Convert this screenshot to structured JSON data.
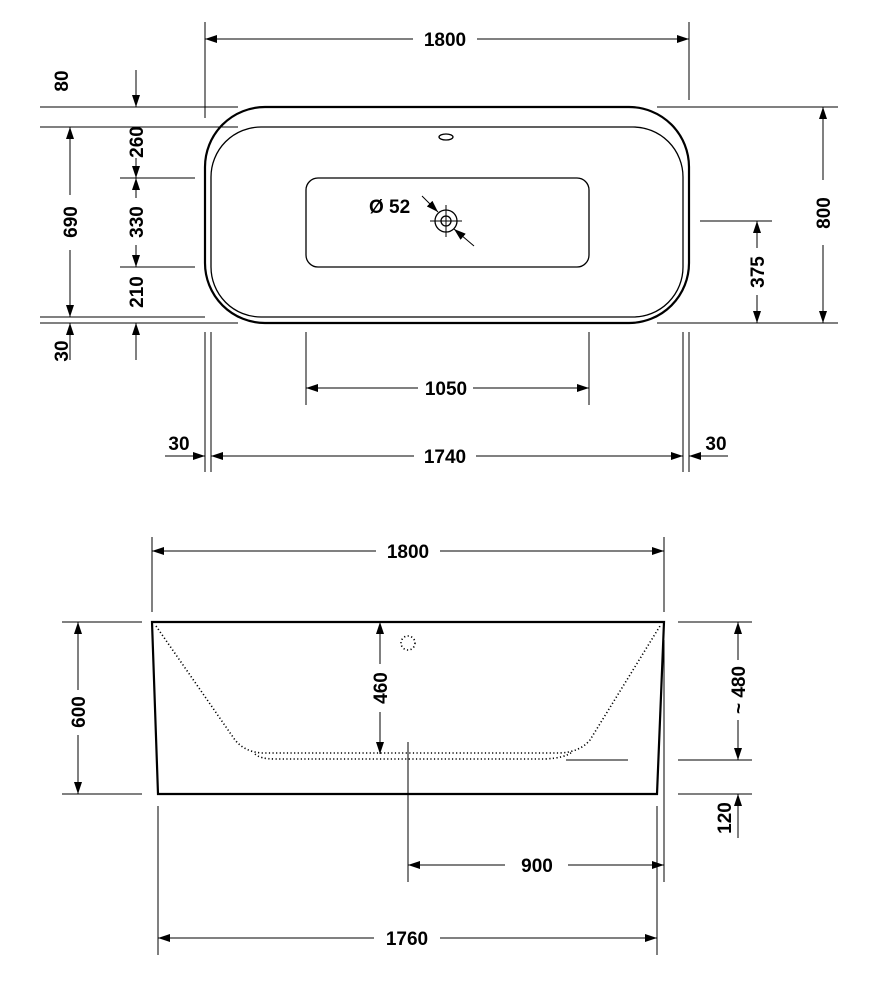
{
  "top_view": {
    "overall_length": "1800",
    "overall_width": "800",
    "edge_top": "80",
    "edge_bottom": "30",
    "inner_top": "260",
    "inner_height": "690",
    "drain_zone": "330",
    "inner_bottom": "210",
    "drain_diameter": "Ø 52",
    "drain_offset": "375",
    "floor_length": "1050",
    "left_rim": "30",
    "inner_length": "1740",
    "right_rim": "30"
  },
  "side_view": {
    "overall_length": "1800",
    "total_height": "600",
    "water_depth": "460",
    "approx_height": "~ 480",
    "base_height": "120",
    "drain_distance": "900",
    "base_length": "1760"
  }
}
